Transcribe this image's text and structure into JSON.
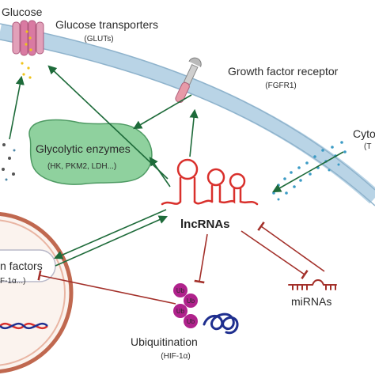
{
  "labels": {
    "glucose": "Glucose",
    "glucose_transporters": "Glucose transporters",
    "gluts": "(GLUTs)",
    "growth_factor_receptor": "Growth factor receptor",
    "fgfr1": "(FGFR1)",
    "cytokine_partial": "Cyto",
    "cytokine_sub_partial": "(T",
    "glycolytic_enzymes": "Glycolytic enzymes",
    "glycolytic_examples": "(HK, PKM2, LDH...)",
    "lncrnas": "lncRNAs",
    "transcription_partial": "n factors",
    "transcription_sub_partial": "F-1α...)",
    "mirnas": "miRNAs",
    "ubiquitination": "Ubiquitination",
    "hif1a": "(HIF-1α)",
    "ub": "Ub"
  },
  "colors": {
    "activation_arrow": "#1e6b3a",
    "inhibition_arrow": "#a3302a",
    "membrane": "#b9d4e6",
    "enzyme_blob": "#8fd19e",
    "rna": "#d9302c",
    "ubiquitin": "#b0228c",
    "protein": "#1f2f8f",
    "nucleus": "#c0684f"
  }
}
